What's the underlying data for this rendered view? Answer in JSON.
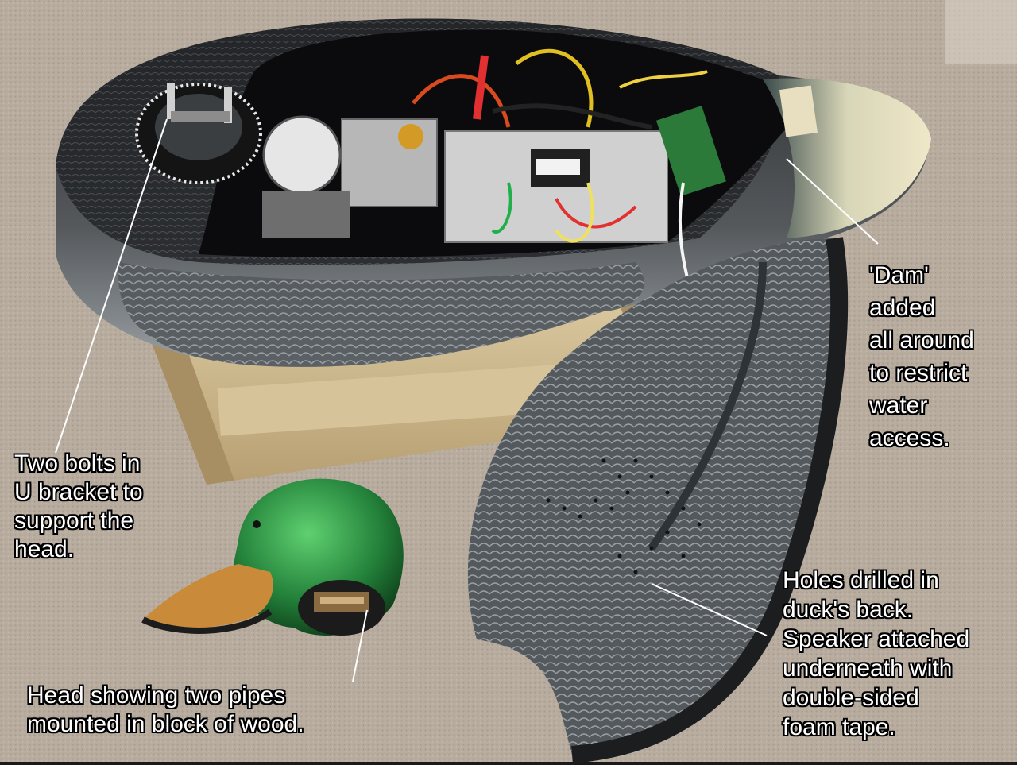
{
  "image": {
    "description_icons": [
      "duck-decoy-body",
      "duck-head",
      "duck-back-panel",
      "wooden-stand",
      "carpet-background"
    ],
    "colors": {
      "carpet": "#b8ac9f",
      "decoy_black": "#1c1c1e",
      "decoy_grey": "#8a8f93",
      "head_green": "#2f9a48",
      "bill_orange": "#c98a3a",
      "wood": "#c9b58b",
      "label_text": "#ffffff",
      "label_outline": "#000000"
    }
  },
  "annotations": {
    "bolts": {
      "lines": [
        "Two bolts in",
        "U bracket to",
        "support the",
        "head."
      ]
    },
    "dam": {
      "lines": [
        "'Dam'",
        "added",
        "all around",
        "to restrict",
        "water",
        "access."
      ]
    },
    "holes": {
      "lines": [
        "Holes drilled in",
        "duck's back.",
        "Speaker attached",
        "underneath with",
        "double-sided",
        "foam tape."
      ]
    },
    "head": {
      "lines": [
        "Head showing two pipes",
        "mounted in block of wood."
      ]
    }
  }
}
